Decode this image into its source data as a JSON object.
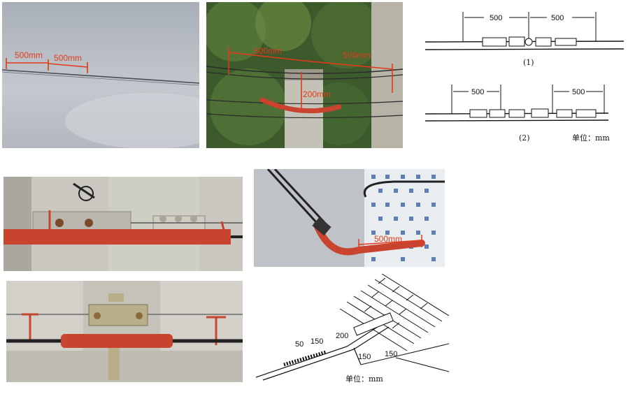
{
  "photo_sky": {
    "label_left": "500mm",
    "label_right": "500mm"
  },
  "photo_pole": {
    "label_left": "500mm",
    "label_right": "500mm",
    "label_sag": "200mm"
  },
  "drawing_top": {
    "dim_left": "500",
    "dim_right": "500",
    "caption_1": "(1)",
    "dim_left_2": "500",
    "dim_right_2": "500",
    "caption_2": "(2)",
    "unit": "单位：mm"
  },
  "photo_building": {
    "label": "500mm"
  },
  "drawing_bottom": {
    "dim_50": "50",
    "dim_150_a": "150",
    "dim_200": "200",
    "dim_150_b": "150",
    "dim_150_c": "150",
    "unit": "单位：mm"
  },
  "colors": {
    "annotation_red": "#e23a1a",
    "sleeve_red": "#c8442e",
    "sky": "#b9bfc6",
    "wall": "#c9c7bf"
  }
}
